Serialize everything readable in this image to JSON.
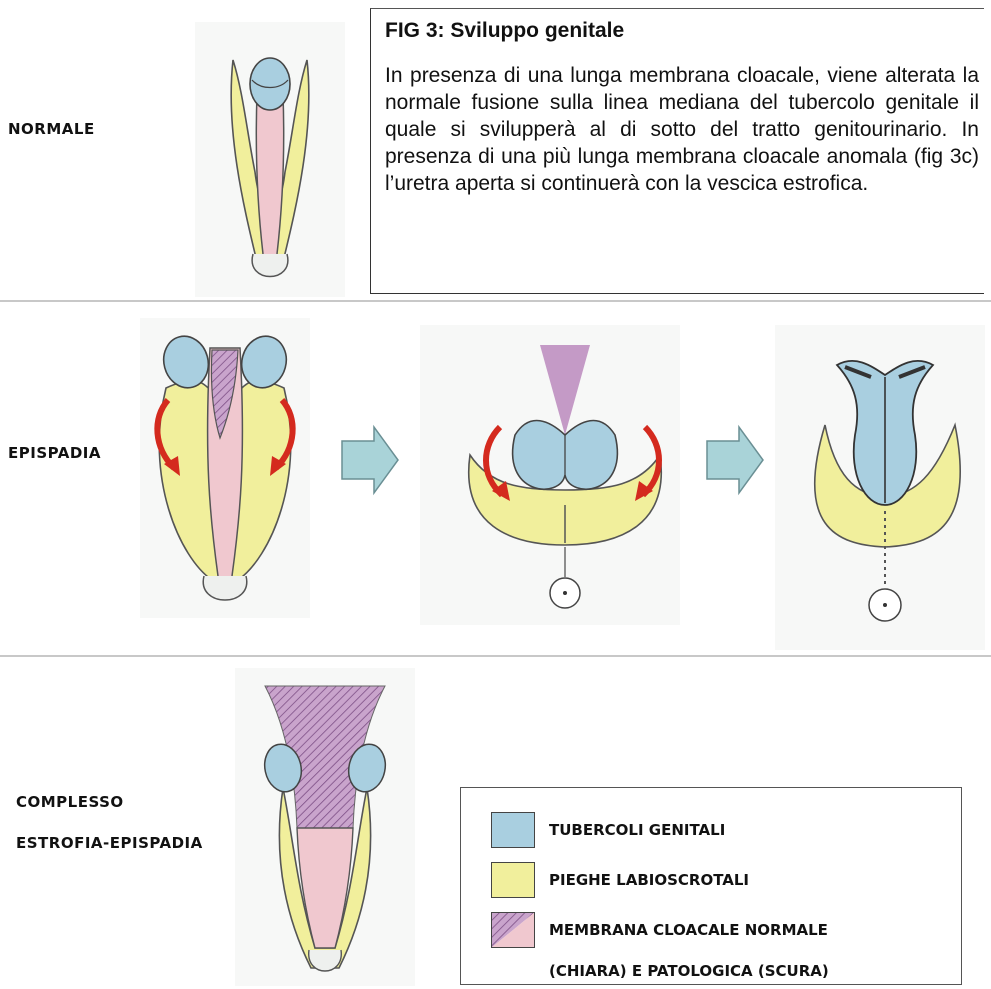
{
  "figure": {
    "title": "FIG 3: Sviluppo genitale",
    "text": "In presenza di una lunga membrana cloacale, viene alterata la normale fusione sulla linea mediana del tubercolo genitale il quale si svilupperà al di sotto del tratto genitourinario. In presenza di una più lunga membrana cloacale anomala (fig 3c) l’uretra aperta si continuerà con la vescica estrofica."
  },
  "rows": {
    "normale": "NORMALE",
    "epispadia": "EPISPADIA",
    "complesso_1": "COMPLESSO",
    "complesso_2": "ESTROFIA-EPISPADIA"
  },
  "legend": {
    "items": [
      {
        "label": "TUBERCOLI GENITALI",
        "color": "#a9cfe0"
      },
      {
        "label": "PIEGHE LABIOSCROTALI",
        "color": "#f1ef9c"
      },
      {
        "label": "MEMBRANA CLOACALE NORMALE",
        "color_light": "#f0c8cf",
        "color_dark": "#9a6b9e"
      }
    ],
    "continuation": "(CHIARA) E PATOLOGICA (SCURA)"
  },
  "colors": {
    "tubercle": "#a9cfe0",
    "fold": "#f1ef9c",
    "membrane_light": "#f0c8cf",
    "membrane_dark": "#b48ab8",
    "arrow_red": "#d42a1e",
    "block_arrow": "#a9d3d8"
  }
}
